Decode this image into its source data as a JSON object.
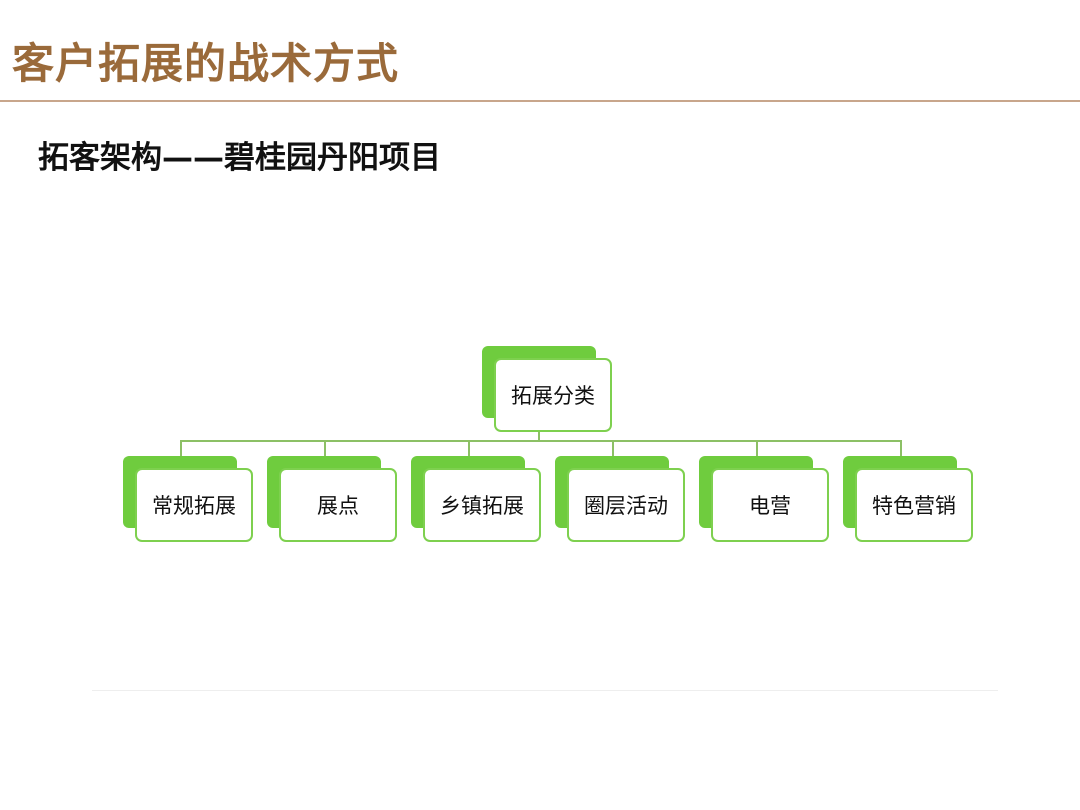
{
  "slide": {
    "title": "客户拓展的战术方式",
    "subtitle": "拓客架构——碧桂园丹阳项目"
  },
  "diagram": {
    "root": {
      "label": "拓展分类"
    },
    "children": [
      {
        "label": "常规拓展"
      },
      {
        "label": "展点"
      },
      {
        "label": "乡镇拓展"
      },
      {
        "label": "圈层活动"
      },
      {
        "label": "电营"
      },
      {
        "label": "特色营销"
      }
    ]
  },
  "colors": {
    "title": "#9a6a3a",
    "node_accent": "#6fcc3e",
    "node_border": "#7ed04f",
    "connector": "#8cc065"
  }
}
